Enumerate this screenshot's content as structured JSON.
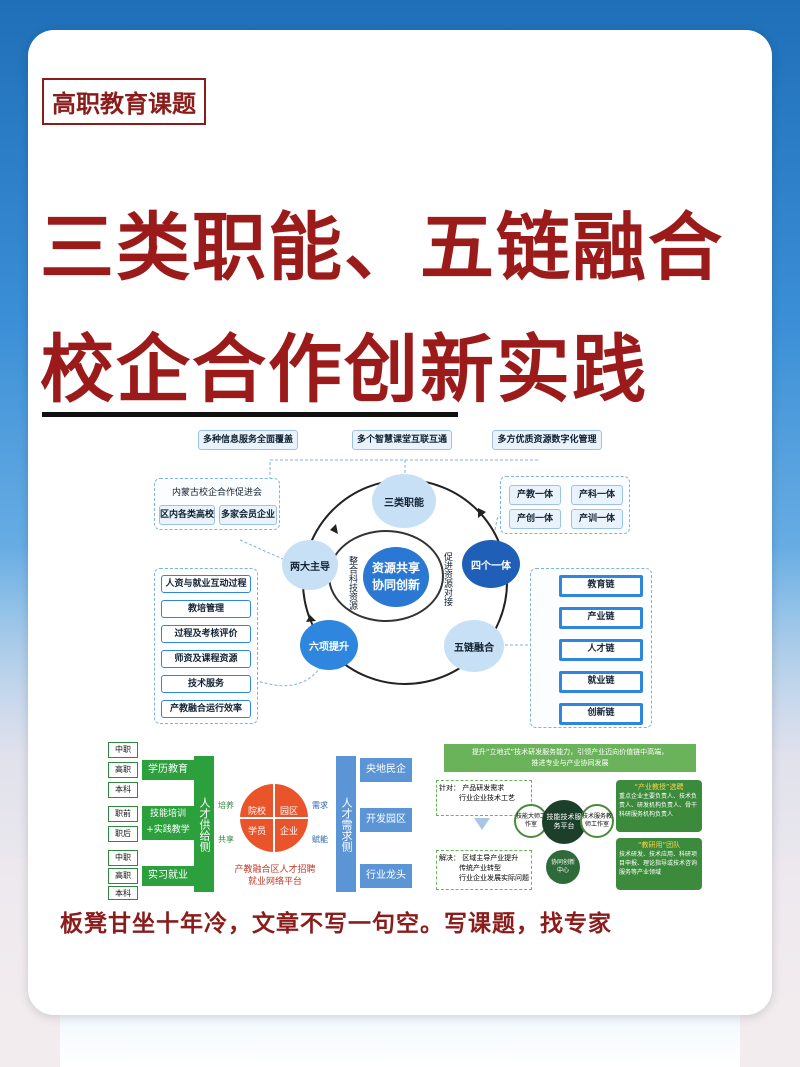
{
  "tag": "高职教育课题",
  "title_line1": "三类职能、五链融合",
  "title_line2": "校企合作创新实践",
  "diagram1": {
    "top_items": [
      "多种信息服务全面覆盖",
      "多个智慧课堂互联互通",
      "多方优质资源数字化管理"
    ],
    "left_group_title": "内蒙古校企合作促进会",
    "left_group_items": [
      "区内各类高校",
      "多家会员企业"
    ],
    "right_group_items": [
      "产教一体",
      "产科一体",
      "产创一体",
      "产训一体"
    ],
    "nodes": {
      "top": "三类职能",
      "left": "两大主导",
      "right": "四个一体",
      "bottom_left": "六项提升",
      "bottom_right": "五链融合"
    },
    "center": {
      "line1": "资源共享",
      "line2": "协同创新"
    },
    "inner_left": "整合科技资源",
    "inner_right": "促进资源对接",
    "six_items": [
      "人资与就业互动过程",
      "教培管理",
      "过程及考核评价",
      "师资及课程资源",
      "技术服务",
      "产教融合运行效率"
    ],
    "chains": [
      "教育链",
      "产业链",
      "人才链",
      "就业链",
      "创新链"
    ]
  },
  "diagram2": {
    "left_levels_a": [
      "中职",
      "高职",
      "本科"
    ],
    "left_label_a": "学历教育",
    "left_levels_b": [
      "职前",
      "职后"
    ],
    "left_label_b": "技能培训\n+实践教学",
    "left_levels_c": [
      "中职",
      "高职",
      "本科"
    ],
    "left_label_c": "实习就业",
    "supply_side": "人才供给侧",
    "cultivate": "培养",
    "share": "共享",
    "demand": "需求",
    "empower": "赋能",
    "quad": [
      "院校",
      "园区",
      "学员",
      "企业"
    ],
    "platform_line1": "产教融合区人才招聘",
    "platform_line2": "就业网络平台",
    "demand_side": "人才需求侧",
    "right_items": [
      "央地民企",
      "开发园区",
      "行业龙头"
    ]
  },
  "diagram3": {
    "header_line1": "提升“立地式”技术研发服务能力，引领产业迈向价值链中高端，",
    "header_line2": "推进专业与产业协同发展",
    "target_label": "针对：",
    "target_items": [
      "产品研发需求",
      "行业企业技术工艺"
    ],
    "solve_label": "解决：",
    "solve_items": [
      "区域主导产业提升",
      "传统产业转型",
      "行业企业发展实际问题"
    ],
    "circles": [
      "技能大师工作室",
      "技能技术服务平台",
      "技术服务教师工作室",
      "协同创新中心"
    ],
    "team1_title": "“产业教授”选聘",
    "team1_text": "重点企业主要负责人、技术负责人、研发机构负责人、骨干科研服务机构负责人",
    "team2_title": "“教研用”团队",
    "team2_text": "技术研发、技术应用、科研项目申报、理论指导或技术咨询服务等产业领域"
  },
  "slogan": "板凳甘坐十年冷，文章不写一句空。写课题，找专家"
}
